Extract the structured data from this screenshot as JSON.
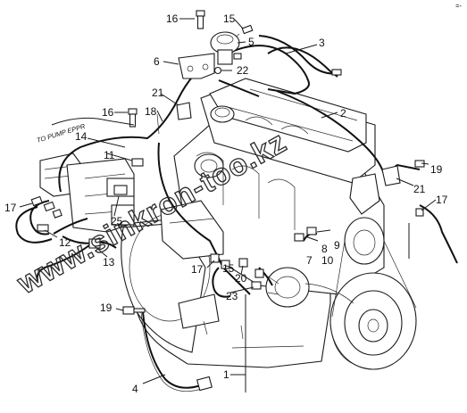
{
  "diagram": {
    "corner_mark": "=-",
    "note_pump": "TO PUMP EPPR",
    "watermark": "www.sinkron-too.kz",
    "callouts": {
      "c1": "1",
      "c2": "2",
      "c3": "3",
      "c4": "4",
      "c5": "5",
      "c6": "6",
      "c7": "7",
      "c8": "8",
      "c9": "9",
      "c10": "10",
      "c11": "11",
      "c12": "12",
      "c13": "13",
      "c14": "14",
      "c15a": "15",
      "c15b": "15",
      "c16a": "16",
      "c16b": "16",
      "c17a": "17",
      "c17b": "17",
      "c17c": "17",
      "c18": "18",
      "c19a": "19",
      "c19b": "19",
      "c20": "20",
      "c21a": "21",
      "c21b": "21",
      "c22": "22",
      "c23": "23",
      "c25": "25"
    }
  }
}
